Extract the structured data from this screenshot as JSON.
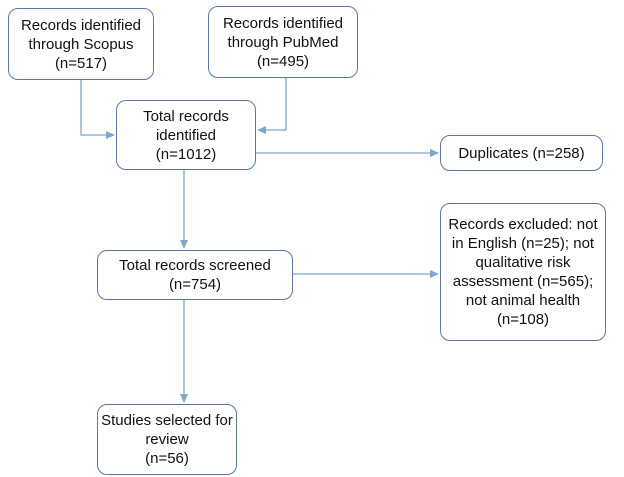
{
  "diagram": {
    "boxes": {
      "scopus": {
        "lines": [
          "Records identified",
          "through Scopus",
          "(n=517)"
        ]
      },
      "pubmed": {
        "lines": [
          "Records identified",
          "through PubMed",
          "(n=495)"
        ]
      },
      "total": {
        "lines": [
          "Total records",
          "identified",
          "(n=1012)"
        ]
      },
      "duplicates": {
        "lines": [
          "Duplicates (n=258)"
        ]
      },
      "screened": {
        "lines": [
          "Total records screened",
          "(n=754)"
        ]
      },
      "excluded": {
        "lines": [
          "Records excluded: not",
          "in English (n=25); not",
          "qualitative risk",
          "assessment (n=565);",
          "not animal health",
          "(n=108)"
        ]
      },
      "selected": {
        "lines": [
          "Studies selected for",
          "review",
          "(n=56)"
        ]
      }
    },
    "colors": {
      "box_border": "#5b79a6",
      "connector": "#7ea6d0",
      "text": "#111111"
    }
  }
}
